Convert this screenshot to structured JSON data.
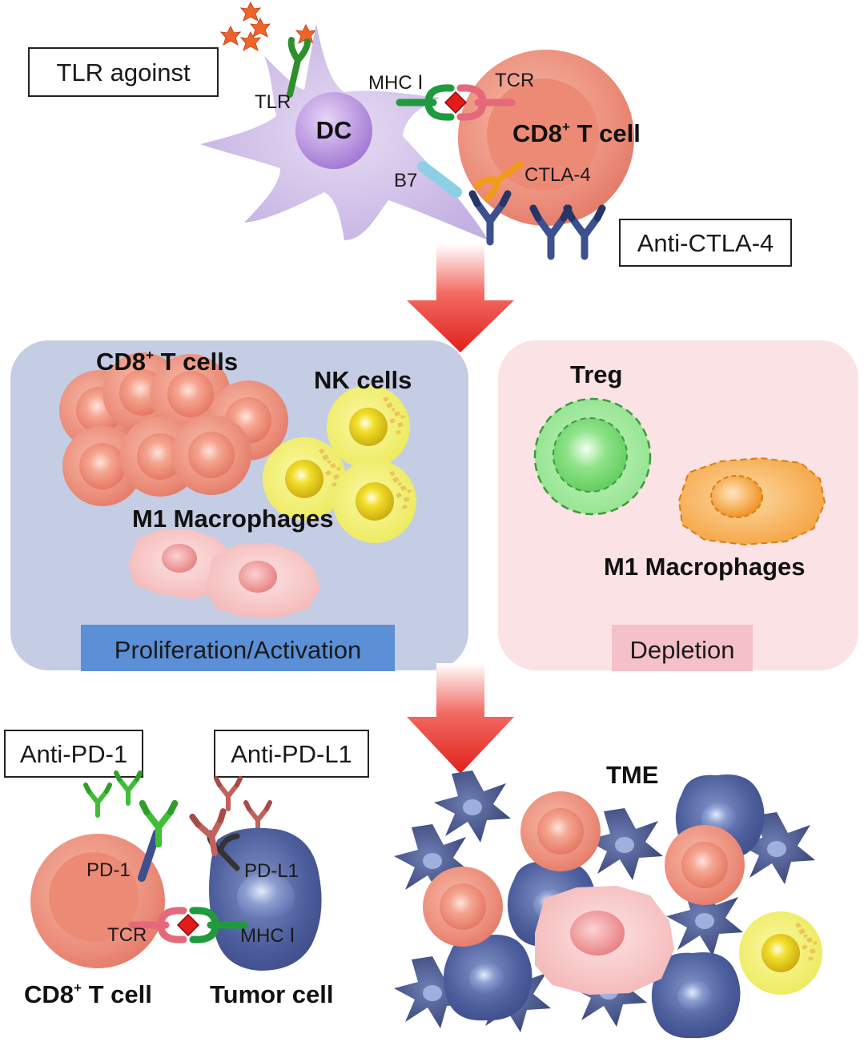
{
  "top": {
    "tlr_agonist_box": "TLR agoinst",
    "tlr": "TLR",
    "dc": "DC",
    "mhc1": "MHC Ⅰ",
    "tcr": "TCR",
    "cd8_cell": {
      "main": "CD8",
      "sup": "+",
      "rest": " T cell"
    },
    "b7": "B7",
    "ctla4": "CTLA-4",
    "anti_ctla4_box": "Anti-CTLA-4"
  },
  "activation_panel": {
    "cd8_cells": {
      "main": "CD8",
      "sup": "+",
      "rest": " T cells"
    },
    "nk_cells": "NK cells",
    "m1_macrophages": "M1 Macrophages",
    "caption": "Proliferation/Activation"
  },
  "depletion_panel": {
    "treg": "Treg",
    "m1_macrophages": "M1 Macrophages",
    "caption": "Depletion"
  },
  "bottom_left": {
    "anti_pd1_box": "Anti-PD-1",
    "anti_pdl1_box": "Anti-PD-L1",
    "pd1": "PD-1",
    "pdl1": "PD-L1",
    "tcr": "TCR",
    "mhc1": "MHC Ⅰ",
    "cd8_cell": {
      "main": "CD8",
      "sup": "+",
      "rest": " T cell"
    },
    "tumor_cell": "Tumor cell"
  },
  "bottom_right": {
    "tme": "TME"
  },
  "colors": {
    "dc": "#c9b6e4",
    "t_cell": "#e98a78",
    "nk_cell": "#f3f04e",
    "treg": "#8fe08f",
    "macrophage_pink": "#f5bcbc",
    "macrophage_orange": "#f6a43a",
    "tumor": "#404f8e",
    "activation_panel": "#c5cde4",
    "activation_caption": "#5b8fd6",
    "depletion_panel": "#fbe2e4",
    "depletion_caption": "#f5c1c8",
    "arrow": "#e8231f",
    "antibody_blue": "#3c4f8f",
    "antibody_green": "#3fbf35",
    "antibody_red": "#c2605e"
  }
}
